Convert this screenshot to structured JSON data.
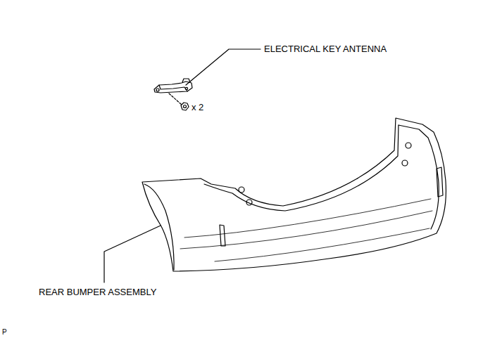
{
  "diagram": {
    "labels": [
      "ELECTRICAL KEY ANTENNA",
      "x 2",
      "REAR BUMPER ASSEMBLY",
      "P"
    ]
  }
}
